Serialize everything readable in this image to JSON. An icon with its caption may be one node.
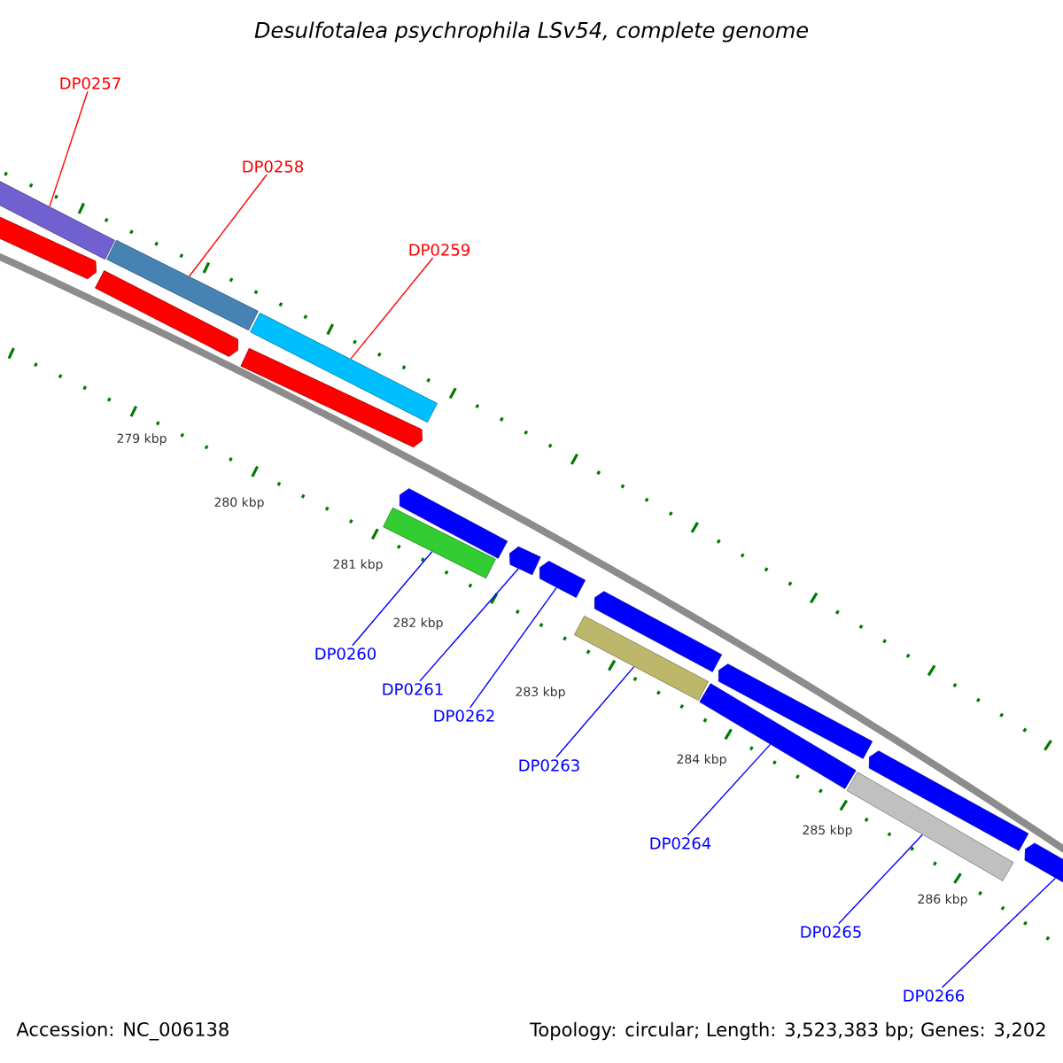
{
  "diagram": {
    "title": "Desulfotalea psychrophila LSv54, complete genome",
    "nodes": [
      {
        "text": [
          "DP0257"
        ]
      },
      {
        "text": [
          "DP0258"
        ]
      },
      {
        "text": [
          "DP0259"
        ]
      },
      {
        "text": [
          "DP0260"
        ]
      },
      {
        "text": [
          "DP0261"
        ]
      },
      {
        "text": [
          "DP0262"
        ]
      },
      {
        "text": [
          "DP0263"
        ]
      },
      {
        "text": [
          "DP0264"
        ]
      },
      {
        "text": [
          "DP0265"
        ]
      },
      {
        "text": [
          "DP0266"
        ]
      },
      {
        "text": [],
        "shape": "bar"
      },
      {
        "text": [],
        "shape": "bar"
      },
      {
        "text": [],
        "shape": "bar"
      },
      {
        "text": [],
        "shape": "bar"
      },
      {
        "text": [],
        "shape": "bar"
      },
      {
        "text": [],
        "shape": "bar"
      },
      {
        "text": [],
        "shape": "bar"
      },
      {
        "text": [],
        "shape": "bar"
      },
      {
        "text": [],
        "shape": "bar"
      },
      {
        "text": [],
        "shape": "bar"
      }
    ],
    "edges": [
      {
        "from": 0,
        "to": 10,
        "arrow": "none",
        "color": "#ff0000"
      },
      {
        "from": 1,
        "to": 11,
        "arrow": "none",
        "color": "#ff0000"
      },
      {
        "from": 2,
        "to": 12,
        "arrow": "none",
        "color": "#ff0000"
      },
      {
        "from": 3,
        "to": 13,
        "arrow": "none"
      },
      {
        "from": 4,
        "to": 14,
        "arrow": "none"
      },
      {
        "from": 5,
        "to": 15,
        "arrow": "none"
      },
      {
        "from": 6,
        "to": 16,
        "arrow": "none"
      },
      {
        "from": 7,
        "to": 17,
        "arrow": "none"
      },
      {
        "from": 8,
        "to": 18,
        "arrow": "none"
      },
      {
        "from": 9,
        "to": 19,
        "arrow": "none"
      }
    ],
    "labels": [
      "279 kbp",
      "280 kbp",
      "281 kbp",
      "282 kbp",
      "283 kbp",
      "284 kbp",
      "285 kbp",
      "286 kbp",
      "Accession: NC_006138",
      "Topology: circular; Length: 3,523,383 bp; Genes: 3,202"
    ]
  }
}
